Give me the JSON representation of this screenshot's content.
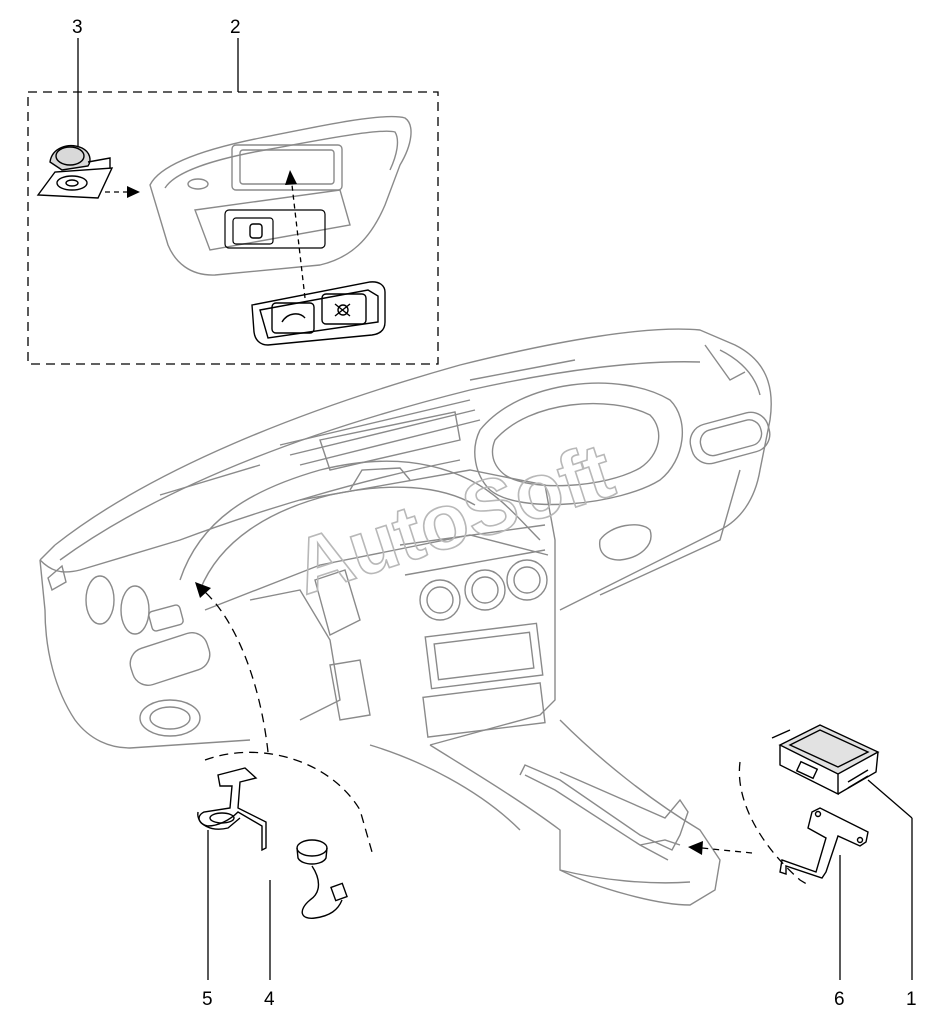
{
  "diagram": {
    "callouts": [
      {
        "id": "c1",
        "label": "1"
      },
      {
        "id": "c2",
        "label": "2"
      },
      {
        "id": "c3",
        "label": "3"
      },
      {
        "id": "c4",
        "label": "4"
      },
      {
        "id": "c5",
        "label": "5"
      },
      {
        "id": "c6",
        "label": "6"
      }
    ],
    "watermark": "AutoSoft",
    "line_color": "#000000",
    "dashboard_line_color": "#8a8a8a",
    "watermark_stroke_color": "#b8b8b8"
  }
}
